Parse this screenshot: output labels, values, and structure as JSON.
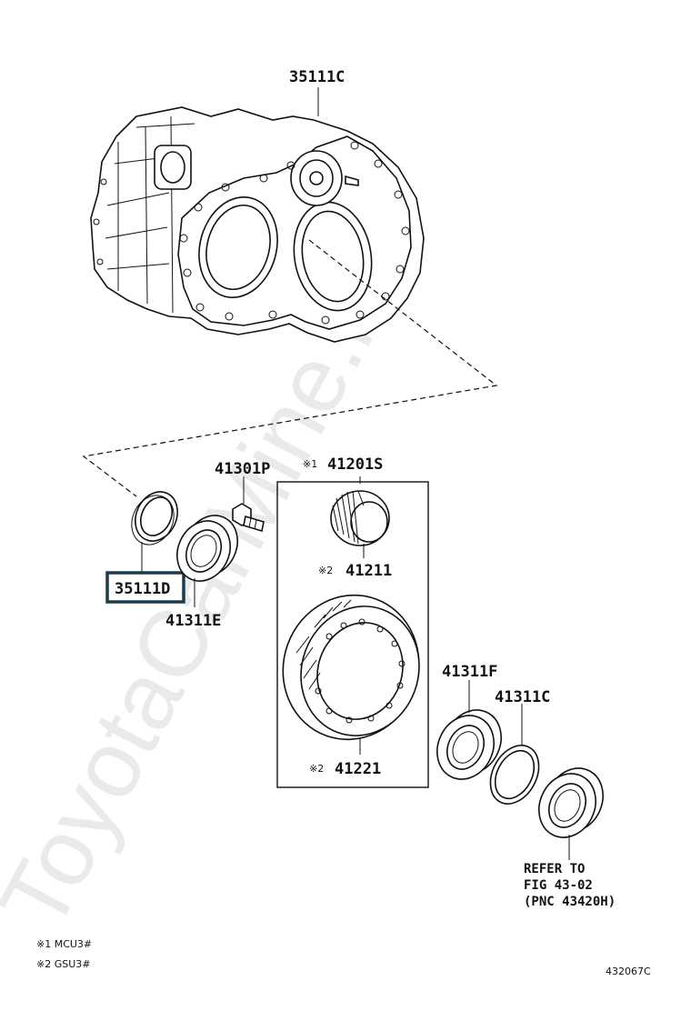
{
  "watermark": "ToyotaCarMine.ru",
  "parts": {
    "housing": "35111C",
    "oil_seal": "35111D",
    "bearing_left": "41311E",
    "plug": "41301P",
    "gear_kit": "41201S",
    "drive_pinion": "41211",
    "ring_gear": "41221",
    "bearing_right": "41311F",
    "shim": "41311C"
  },
  "marks": {
    "gear_kit": "※1",
    "drive_pinion": "※2",
    "ring_gear": "※2"
  },
  "refer": {
    "line1": "REFER TO",
    "line2": "FIG 43-02",
    "line3": "(PNC 43420H)"
  },
  "footnotes": {
    "note1": "※1 MCU3#",
    "note2": "※2 GSU3#"
  },
  "figure_id": "432067C",
  "colors": {
    "highlight_box": "#1f3a4a",
    "watermark": "#d9d9d9"
  }
}
